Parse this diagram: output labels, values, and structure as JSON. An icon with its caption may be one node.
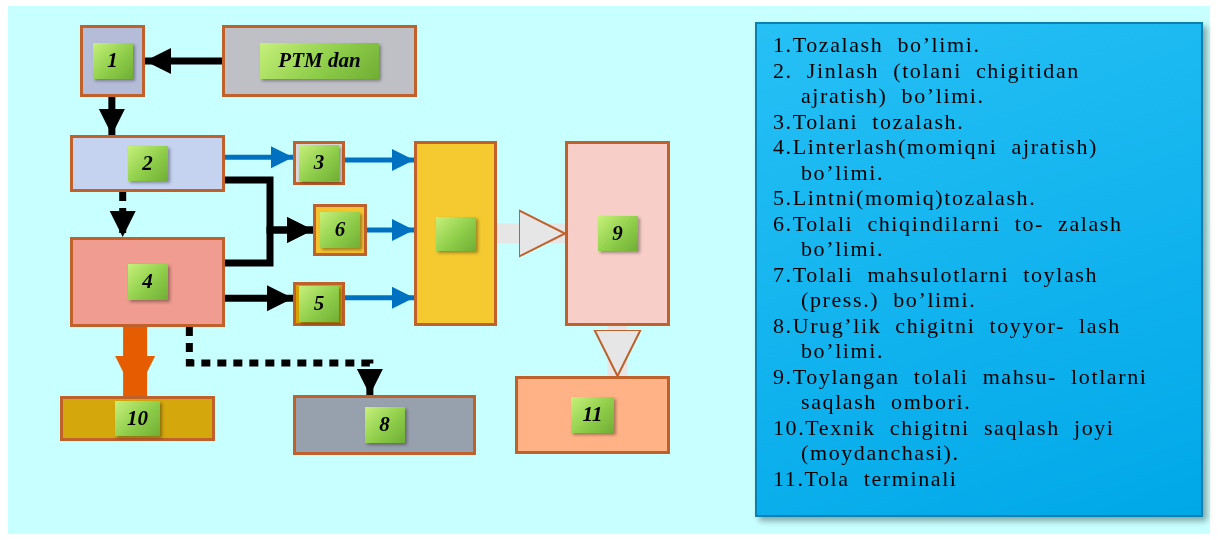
{
  "diagram": {
    "nodes": [
      {
        "text": [
          "1"
        ]
      },
      {
        "text": [
          "PTM dan"
        ]
      },
      {
        "text": [
          "2"
        ]
      },
      {
        "text": [
          "3"
        ]
      },
      {
        "text": [
          "6"
        ]
      },
      {
        "text": [
          "4"
        ]
      },
      {
        "text": [
          "5"
        ]
      },
      {
        "text": [],
        "shape": "box"
      },
      {
        "text": [
          "9"
        ]
      },
      {
        "text": [
          "10"
        ]
      },
      {
        "text": [
          "8"
        ]
      },
      {
        "text": [
          "11"
        ]
      },
      {
        "text": [
          "1.Tozalash bo’limi.",
          "2. Jinlash (tolani chigitidan ajratish) bo’limi.",
          "3.Tolani tozalash.",
          "4.Linterlash(momiqni ajratish) bo’limi.",
          "5.Lintni(momiq)tozalash.",
          "6.Tolali chiqindilarni to- zalash bo’limi.",
          "7.Tolali mahsulotlarni toylash (press.) bo’limi.",
          "8.Urug’lik chigitni toyyor- lash bo’limi.",
          "9.Toylangan tolali mahsu- lotlarni saqlash ombori.",
          "10.Texnik chigitni saqlash joyi (moydanchasi).",
          "11.Tola terminali"
        ]
      }
    ],
    "edges": [
      {
        "from": 1,
        "to": 0,
        "arrow": "to"
      },
      {
        "from": 0,
        "to": 2,
        "arrow": "to"
      },
      {
        "from": 2,
        "to": 3,
        "arrow": "to",
        "color": "#0070c0"
      },
      {
        "from": 2,
        "to": 4,
        "arrow": "to"
      },
      {
        "from": 5,
        "to": 4,
        "arrow": "to"
      },
      {
        "from": 5,
        "to": 6,
        "arrow": "to"
      },
      {
        "from": 3,
        "to": 7,
        "arrow": "to",
        "color": "#0070c0"
      },
      {
        "from": 4,
        "to": 7,
        "arrow": "to",
        "color": "#0070c0"
      },
      {
        "from": 6,
        "to": 7,
        "arrow": "to",
        "color": "#0070c0"
      },
      {
        "from": 7,
        "to": 8,
        "arrow": "to",
        "style": "thick",
        "color": "#e6e6e6"
      },
      {
        "from": 8,
        "to": 11,
        "arrow": "to",
        "style": "thick",
        "color": "#e6e6e6"
      },
      {
        "from": 2,
        "to": 5,
        "arrow": "to",
        "style": "dashed"
      },
      {
        "from": 5,
        "to": 9,
        "arrow": "to",
        "style": "thick",
        "color": "#e65c00"
      },
      {
        "from": 5,
        "to": 10,
        "arrow": "to",
        "style": "dashed"
      }
    ]
  }
}
